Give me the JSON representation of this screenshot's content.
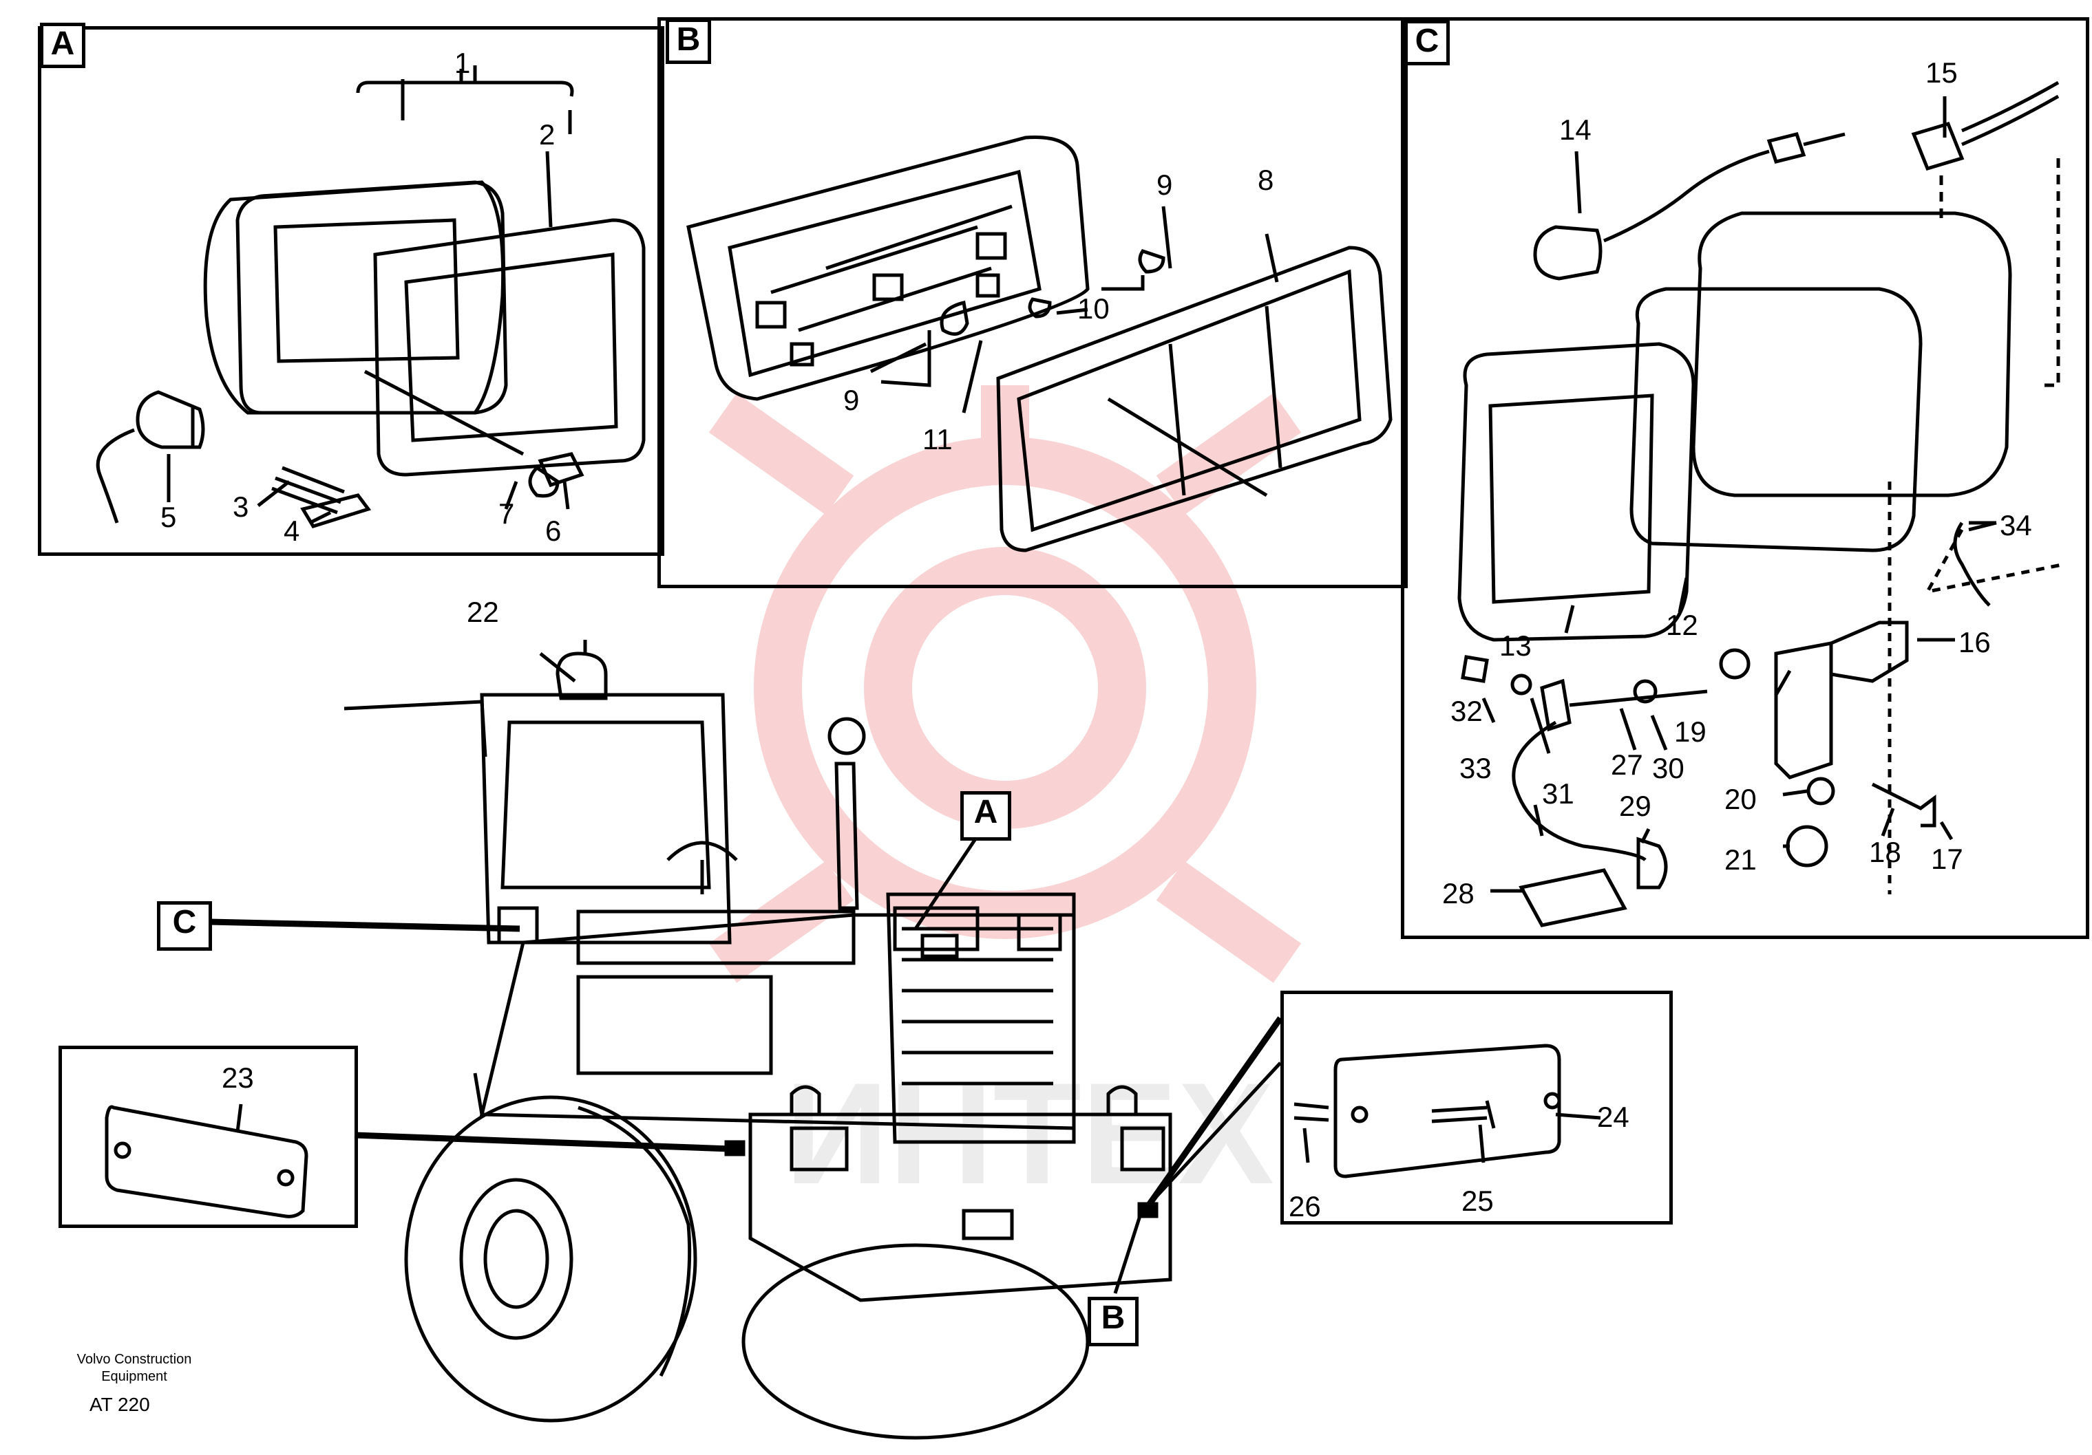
{
  "watermark": {
    "text": "ИНТЕХ",
    "color": "#e83a3a",
    "gear_icon": "gear-logo-icon"
  },
  "panels": {
    "A": {
      "tag": "A",
      "callouts": [
        "1",
        "2",
        "3",
        "4",
        "5",
        "6",
        "7"
      ]
    },
    "B": {
      "tag": "B",
      "callouts": [
        "8",
        "9",
        "9",
        "10",
        "11"
      ]
    },
    "C": {
      "tag": "C",
      "callouts": [
        "12",
        "13",
        "14",
        "15",
        "16",
        "17",
        "18",
        "19",
        "20",
        "21",
        "27",
        "28",
        "29",
        "30",
        "31",
        "32",
        "33",
        "34"
      ]
    },
    "D": {
      "callouts": [
        "23"
      ]
    },
    "E": {
      "callouts": [
        "24",
        "25",
        "26"
      ]
    }
  },
  "machine": {
    "callout_22": "22",
    "pointer_A": "A",
    "pointer_B": "B",
    "pointer_C": "C"
  },
  "footer": {
    "line1": "Volvo Construction",
    "line2": "Equipment",
    "code": "AT 220"
  }
}
